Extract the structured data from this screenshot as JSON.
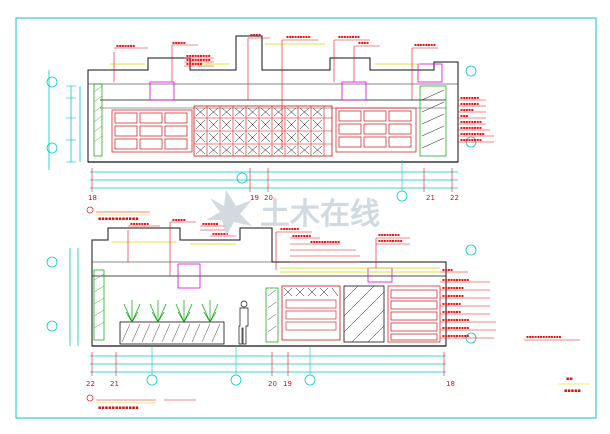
{
  "watermark": {
    "brand": "土木在线",
    "color": "#c9d3dc"
  },
  "colors": {
    "frame": "#00c8c8",
    "red": "#e81010",
    "yellow": "#d8d800",
    "green": "#00a000",
    "magenta": "#e000e0",
    "black": "#101010",
    "blue": "#2060ff"
  },
  "elevation_top": {
    "grid_labels_left": [
      "18"
    ],
    "grid_labels_mid": [
      "19",
      "20"
    ],
    "grid_labels_right": [
      "21",
      "22"
    ]
  },
  "elevation_bottom": {
    "grid_labels_left": [
      "22",
      "21"
    ],
    "grid_labels_mid": [
      "20",
      "19"
    ],
    "grid_labels_right": [
      "18"
    ]
  }
}
